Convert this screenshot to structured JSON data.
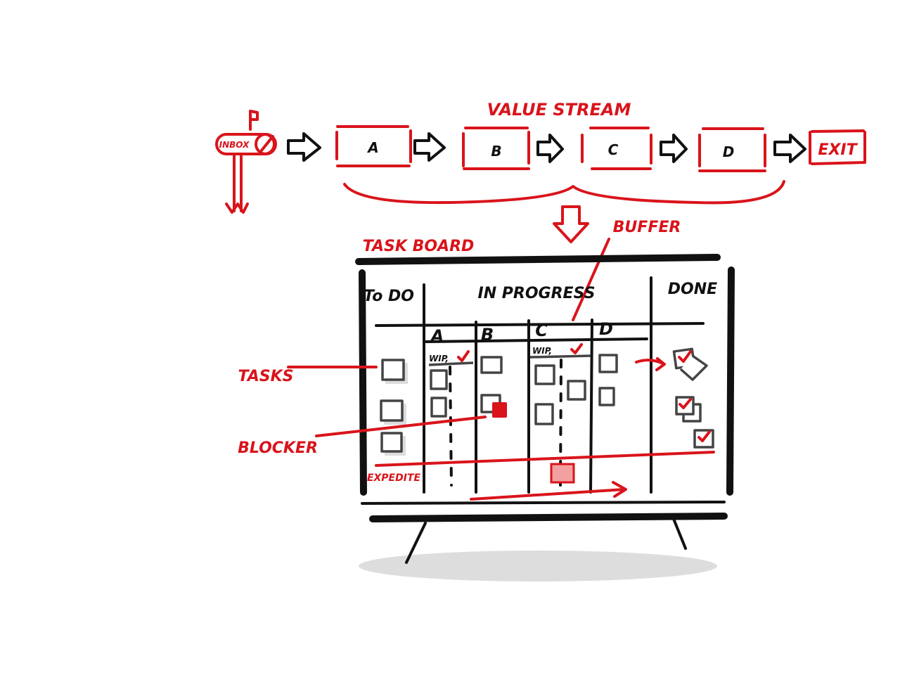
{
  "value_stream": {
    "title": "VALUE STREAM",
    "inbox_label": "INBOX",
    "stages": [
      "A",
      "B",
      "C",
      "D"
    ],
    "exit_label": "EXIT"
  },
  "board": {
    "title": "TASK BOARD",
    "buffer_label": "BUFFER",
    "columns": {
      "todo": "To DO",
      "in_progress": "IN PROGRESS",
      "done": "DONE"
    },
    "sub_columns": [
      "A",
      "B",
      "C",
      "D"
    ],
    "wip_label": "WIP,",
    "tasks_label": "TASKS",
    "blocker_label": "BLOCKER",
    "expedite_label": "EXPEDITE"
  },
  "colors": {
    "accent": "#d9141b",
    "ink": "#111111",
    "sticky": "#444444",
    "expedite_fill": "#f2a0a0"
  }
}
